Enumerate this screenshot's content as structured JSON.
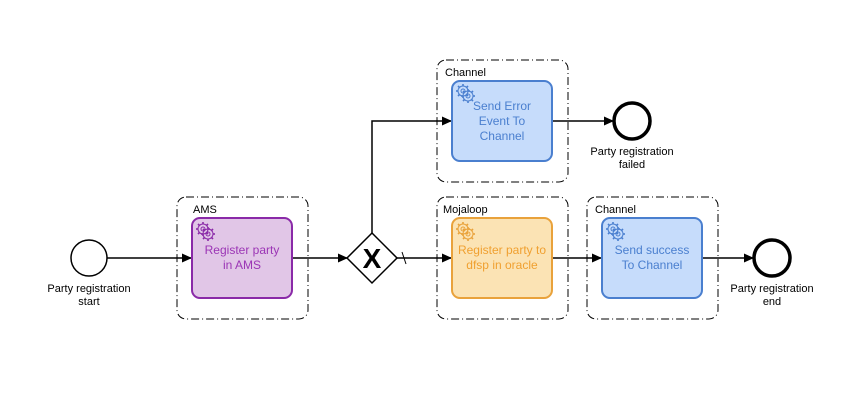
{
  "diagram": {
    "start_event": {
      "label": "Party registration\nstart"
    },
    "end_success": {
      "label": "Party registration\nend"
    },
    "end_failed": {
      "label": "Party registration\nfailed"
    },
    "gateway": {
      "symbol": "X",
      "type": "exclusive"
    },
    "groups": {
      "ams": {
        "label": "AMS"
      },
      "mojaloop": {
        "label": "Mojaloop"
      },
      "channel_error": {
        "label": "Channel"
      },
      "channel_success": {
        "label": "Channel"
      }
    },
    "tasks": {
      "register_ams": {
        "label": "Register party\nin AMS",
        "icon": "gear-icon",
        "fill": "#e1c6e7",
        "stroke": "#8a2aa8",
        "text_color": "#9b35b5"
      },
      "register_oracle": {
        "label": "Register party to\ndfsp in oracle",
        "icon": "gear-icon",
        "fill": "#fbe3b4",
        "stroke": "#e9a23b",
        "text_color": "#f0a030"
      },
      "send_error": {
        "label": "Send Error\nEvent To\nChannel",
        "icon": "gear-icon",
        "fill": "#c6dcfb",
        "stroke": "#4a7fcf",
        "text_color": "#4a7fcf"
      },
      "send_success": {
        "label": "Send success\nTo Channel",
        "icon": "gear-icon",
        "fill": "#c6dcfb",
        "stroke": "#4a7fcf",
        "text_color": "#4a7fcf"
      }
    }
  }
}
